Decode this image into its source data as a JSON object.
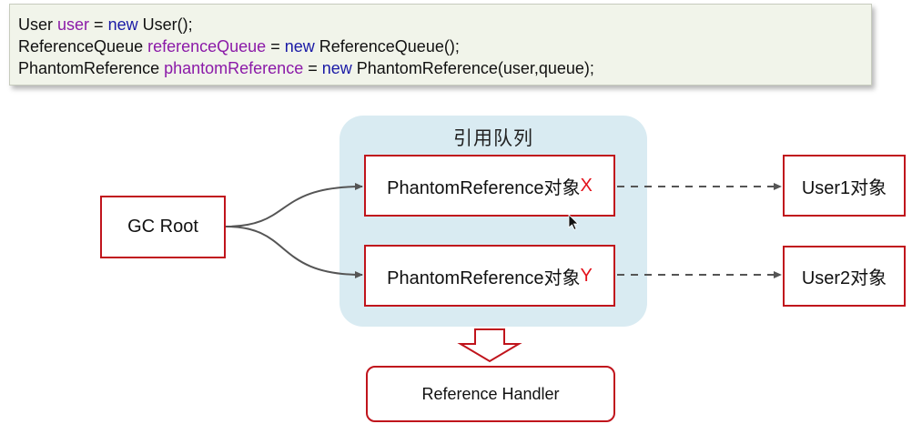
{
  "code": {
    "line1": {
      "type": "User",
      "var": "user",
      "eq": " = ",
      "kw": "new",
      "rest": " User();"
    },
    "line2": {
      "type": "ReferenceQueue",
      "var": "referenceQueue",
      "eq": " = ",
      "kw": "new",
      "rest": " ReferenceQueue();"
    },
    "line3": {
      "type": "PhantomReference",
      "var": "phantomReference",
      "eq": " = ",
      "kw": "new",
      "rest": " PhantomReference(user,queue);"
    }
  },
  "diagram": {
    "queue_title": "引用队列",
    "gc_root": "GC Root",
    "ref_x": {
      "label": "PhantomReference对象",
      "letter": "X"
    },
    "ref_y": {
      "label": "PhantomReference对象",
      "letter": "Y"
    },
    "user1": "User1对象",
    "user2": "User2对象",
    "handler": "Reference Handler"
  },
  "colors": {
    "box_border": "#c0141c",
    "queue_bg": "#d9ebf2",
    "code_bg": "#f1f4ea",
    "keyword": "#1a1aa6",
    "variable": "#8b1aa8",
    "highlight_letter": "#e3121b"
  },
  "icons": [
    "mouse-cursor-icon",
    "down-hollow-arrow-icon"
  ]
}
